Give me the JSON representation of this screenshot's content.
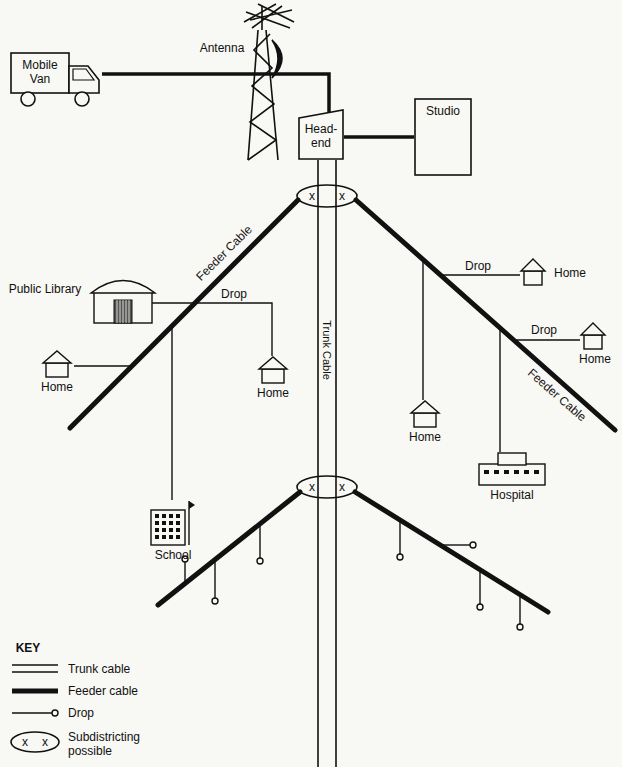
{
  "diagram": {
    "nodes": [
      {
        "text": [
          "Mobile Van"
        ]
      },
      {
        "text": [
          "Head-end"
        ]
      },
      {
        "text": [
          "Studio"
        ]
      },
      {
        "text": [
          "Public Library"
        ]
      },
      {
        "text": [
          "Home"
        ]
      },
      {
        "text": [
          "Home"
        ]
      },
      {
        "text": [
          "School"
        ]
      },
      {
        "text": [
          "Home"
        ]
      },
      {
        "text": [
          "Home"
        ]
      },
      {
        "text": [
          "Home"
        ]
      },
      {
        "text": [
          "Hospital"
        ]
      }
    ],
    "edges": [
      {
        "from": 0,
        "to": 1,
        "arrow": "none"
      },
      {
        "from": 1,
        "to": 2,
        "arrow": "none"
      }
    ],
    "labels": [
      "Antenna",
      "Trunk Cable",
      "Drop",
      "Drop",
      "Drop",
      "Feeder Cable",
      "Feeder Cable",
      "x",
      "x",
      "x",
      "x",
      "KEY",
      "x",
      "x"
    ],
    "legend": [
      {
        "text": "Trunk cable"
      },
      {
        "text": "Feeder cable"
      },
      {
        "text": "Drop"
      },
      {
        "text": "Subdistricting possible"
      }
    ]
  }
}
